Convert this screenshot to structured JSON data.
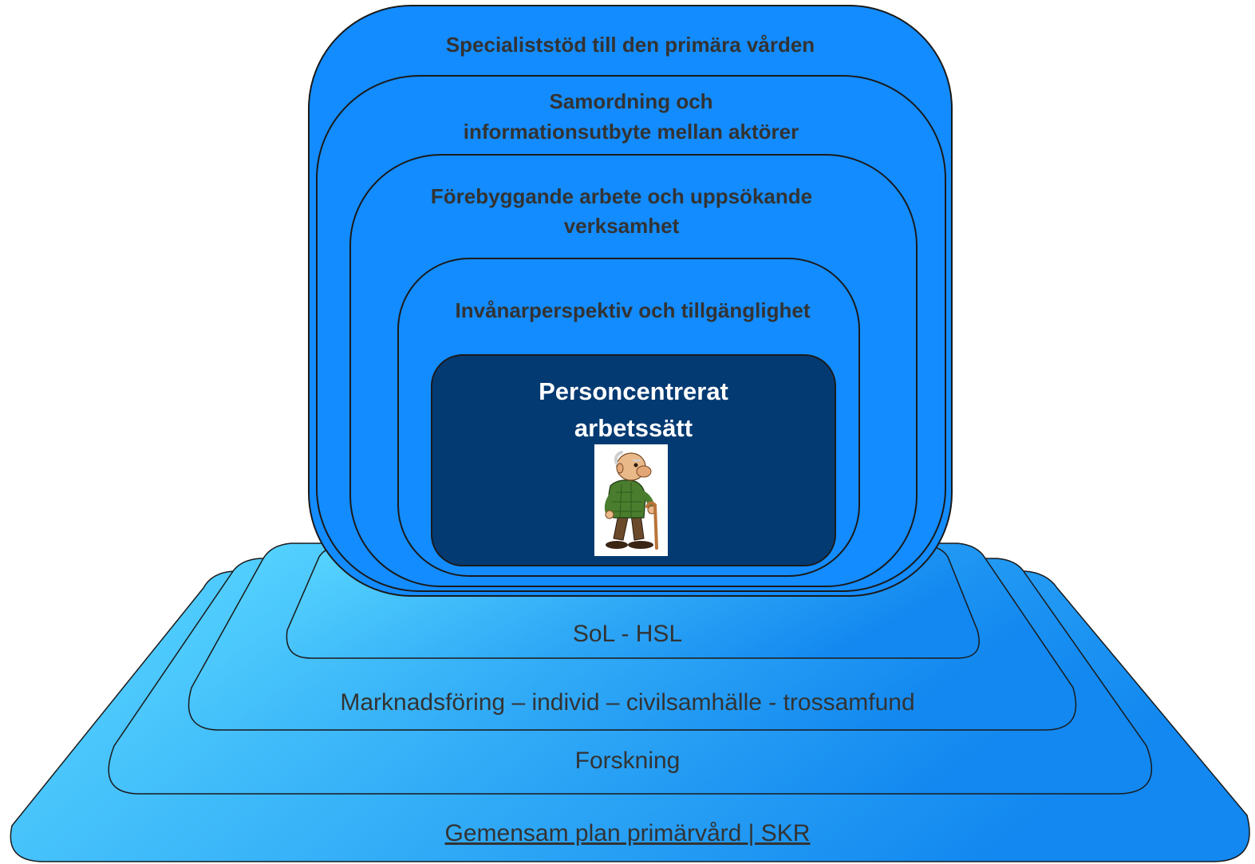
{
  "base_layers": {
    "outer": {
      "label": "Gemensam plan primärvård | SKR",
      "is_link": true
    },
    "layer2": {
      "label": "Forskning"
    },
    "layer3": {
      "label": "Marknadsföring – individ – civilsamhälle - trossamfund"
    },
    "layer4": {
      "label": "SoL - HSL"
    }
  },
  "stack": {
    "box1": {
      "title": "Specialiststöd till den primära vården"
    },
    "box2": {
      "title_line1": "Samordning och",
      "title_line2": "informationsutbyte mellan aktörer"
    },
    "box3": {
      "title_line1": "Förebyggande arbete och uppsökande",
      "title_line2": "verksamhet"
    },
    "box4": {
      "title": "Invånarperspektiv och tillgänglighet"
    },
    "core": {
      "title_line1": "Personcentrerat",
      "title_line2": "arbetssätt",
      "image": "elderly-man-with-cane-icon"
    }
  },
  "colors": {
    "stack_blue": "#138cff",
    "core_navy": "#033a72",
    "base_light": "#5ad8ff",
    "base_dark": "#1288f0"
  }
}
